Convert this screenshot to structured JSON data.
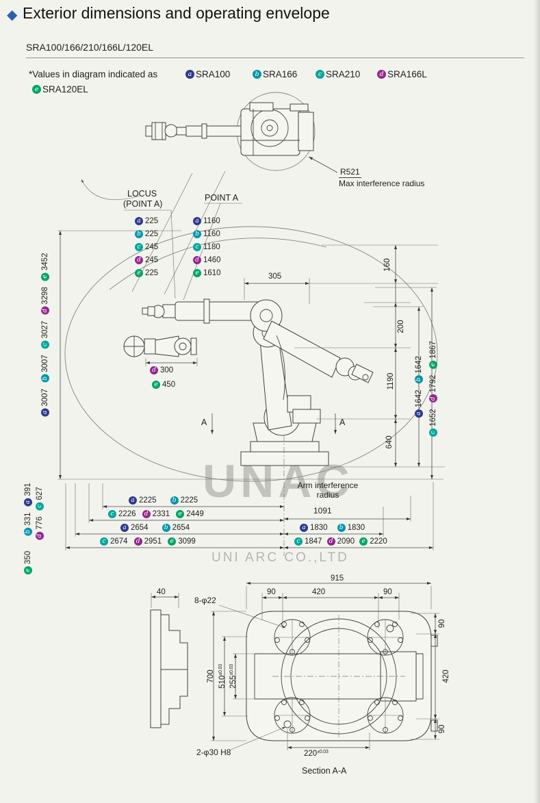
{
  "page": {
    "title": "Exterior dimensions and operating envelope",
    "models_heading": "SRA100/166/210/166L/120EL",
    "watermark_line1": "UNAC",
    "watermark_line2": "UNI ARC CO.,LTD"
  },
  "icons": {
    "section_diamond": "◆"
  },
  "colors": {
    "a": "#2c3a8e",
    "b": "#0096a7",
    "c": "#00a79b",
    "d": "#94278c",
    "e": "#00a468"
  },
  "legend": {
    "prefix": "*Values in diagram indicated as",
    "items": [
      {
        "letter": "a",
        "model": "SRA100"
      },
      {
        "letter": "b",
        "model": "SRA166"
      },
      {
        "letter": "c",
        "model": "SRA210"
      },
      {
        "letter": "d",
        "model": "SRA166L"
      },
      {
        "letter": "e",
        "model": "SRA120EL"
      }
    ]
  },
  "top_view": {
    "radius_label": "R521",
    "radius_caption": "Max interference radius"
  },
  "envelope": {
    "locus_title_line1": "LOCUS",
    "locus_title_line2": "(POINT A)",
    "point_a_title": "POINT A",
    "locus_values": [
      {
        "letter": "a",
        "value": "225"
      },
      {
        "letter": "b",
        "value": "225"
      },
      {
        "letter": "c",
        "value": "245"
      },
      {
        "letter": "d",
        "value": "245"
      },
      {
        "letter": "e",
        "value": "225"
      }
    ],
    "point_a_values": [
      {
        "letter": "a",
        "value": "1160"
      },
      {
        "letter": "b",
        "value": "1160"
      },
      {
        "letter": "c",
        "value": "1180"
      },
      {
        "letter": "d",
        "value": "1460"
      },
      {
        "letter": "e",
        "value": "1610"
      }
    ],
    "wrist_values": [
      {
        "letter": "d",
        "value": "300"
      },
      {
        "letter": "e",
        "value": "450"
      }
    ],
    "overall_heights_bottom_to_top": [
      {
        "letter": "a",
        "value": "3007"
      },
      {
        "letter": "b",
        "value": "3007"
      },
      {
        "letter": "c",
        "value": "3027"
      },
      {
        "letter": "d",
        "value": "3298"
      },
      {
        "letter": "e",
        "value": "3452"
      }
    ],
    "dim_160": "160",
    "dim_305": "305",
    "dim_200": "200",
    "dim_1190": "1190",
    "dim_640": "640",
    "right_heights_inner": [
      {
        "letter": "a",
        "value": "1642"
      },
      {
        "letter": "b",
        "value": "1642"
      }
    ],
    "right_heights_outer": [
      {
        "letter": "c",
        "value": "1652"
      },
      {
        "letter": "d",
        "value": "1792"
      },
      {
        "letter": "e",
        "value": "1867"
      }
    ],
    "section_marker": "A",
    "arm_interference_line1": "Arm interference",
    "arm_interference_line2": "radius",
    "arm_interference_value": "1091",
    "reach_row1": [
      {
        "letter": "a",
        "value": "2225"
      },
      {
        "letter": "b",
        "value": "2225"
      }
    ],
    "reach_row2": [
      {
        "letter": "c",
        "value": "2226"
      },
      {
        "letter": "d",
        "value": "2331"
      },
      {
        "letter": "e",
        "value": "2449"
      }
    ],
    "reach_row3": [
      {
        "letter": "a",
        "value": "2654"
      },
      {
        "letter": "b",
        "value": "2654"
      }
    ],
    "reach_row4": [
      {
        "letter": "c",
        "value": "2674"
      },
      {
        "letter": "d",
        "value": "2951"
      },
      {
        "letter": "e",
        "value": "3099"
      }
    ],
    "reach_right_row1": [
      {
        "letter": "a",
        "value": "1830"
      },
      {
        "letter": "b",
        "value": "1830"
      }
    ],
    "reach_right_row2": [
      {
        "letter": "c",
        "value": "1847"
      },
      {
        "letter": "d",
        "value": "2090"
      },
      {
        "letter": "e",
        "value": "2220"
      }
    ],
    "rear_col1": [
      {
        "letter": "b",
        "value": "331"
      },
      {
        "letter": "a",
        "value": "391"
      }
    ],
    "rear_col2": [
      {
        "letter": "d",
        "value": "776"
      },
      {
        "letter": "c",
        "value": "627"
      }
    ],
    "rear_col3": [
      {
        "letter": "e",
        "value": "350"
      }
    ]
  },
  "base_view": {
    "dim_915": "915",
    "dim_40": "40",
    "bolt_holes_label": "8-φ22",
    "dim_90_left": "90",
    "dim_420_top": "420",
    "dim_90_right": "90",
    "dim_90_top": "90",
    "dim_420_right": "420",
    "dim_90_bottom": "90",
    "dim_700": "700",
    "dim_510": "510",
    "dim_510_tol": "±0.03",
    "dim_255": "255",
    "dim_255_tol": "±0.03",
    "dowel_label": "2-φ30 H8",
    "dim_220": "220",
    "dim_220_tol": "±0.03",
    "section_label": "Section A-A"
  }
}
